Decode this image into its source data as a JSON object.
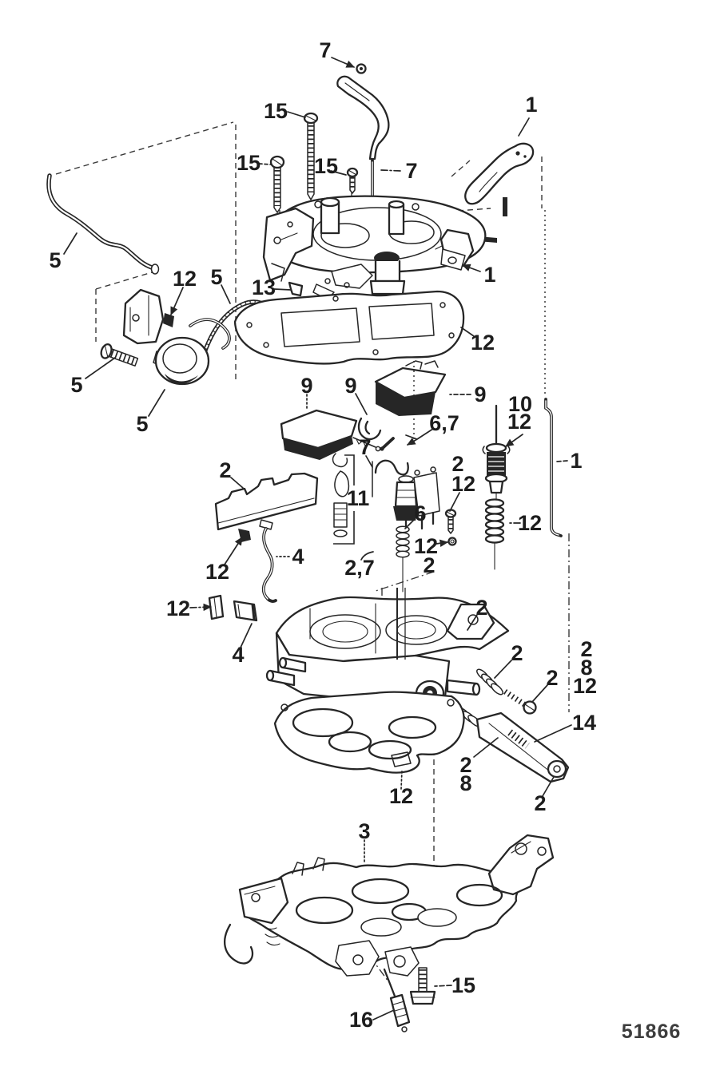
{
  "figure": {
    "drawing_number": "51866",
    "ink_color": "#262626",
    "background_color": "#ffffff"
  },
  "callouts": [
    "7",
    "15",
    "1",
    "15",
    "15",
    "7",
    "1",
    "5",
    "12",
    "5",
    "13",
    "12",
    "5",
    "5",
    "9",
    "9",
    "9",
    "10",
    "12",
    "6,7",
    "7",
    "2",
    "11",
    "2",
    "12",
    "6",
    "12",
    "2",
    "12",
    "1",
    "12",
    "4",
    "2,7",
    "12",
    "4",
    "2",
    "2",
    "2",
    "2",
    "8",
    "12",
    "14",
    "2",
    "8",
    "12",
    "2",
    "3",
    "15",
    "16"
  ]
}
